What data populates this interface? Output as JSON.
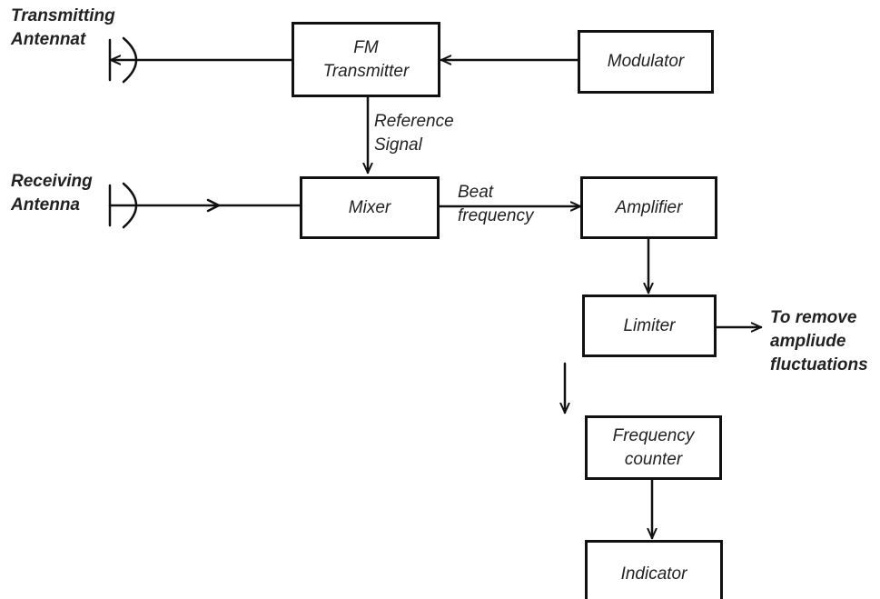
{
  "blocks": {
    "fm_transmitter": "FM\nTransmitter",
    "modulator": "Modulator",
    "mixer": "Mixer",
    "amplifier": "Amplifier",
    "limiter": "Limiter",
    "frequency_counter": "Frequency\ncounter",
    "indicator": "Indicator"
  },
  "labels": {
    "transmitting_antenna": "Transmitting\nAntennat",
    "receiving_antenna": "Receiving\nAntenna",
    "reference_signal": "Reference\nSignal",
    "beat_frequency": "Beat\nfrequency",
    "limiter_note": "To remove\nampliude\nfluctuations"
  },
  "colors": {
    "line": "#111111",
    "text": "#222222"
  }
}
